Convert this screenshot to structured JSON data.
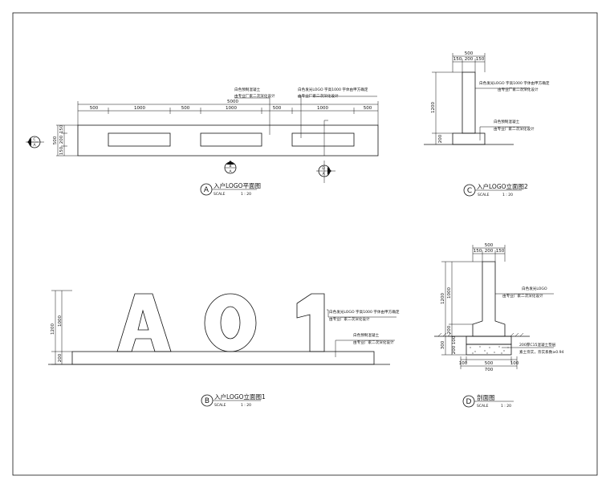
{
  "views": {
    "a": {
      "letter": "A",
      "title": "入户LOGO平面图",
      "scale_label": "SCALE",
      "scale": "1 : 20"
    },
    "b": {
      "letter": "B",
      "title": "入户LOGO立面图1",
      "scale_label": "SCALE",
      "scale": "1 : 20"
    },
    "c": {
      "letter": "C",
      "title": "入户LOGO立面图2",
      "scale_label": "SCALE",
      "scale": "1 : 20"
    },
    "d": {
      "letter": "D",
      "title": "剖面图",
      "scale_label": "SCALE",
      "scale": "1 : 20"
    }
  },
  "plan": {
    "top_dims": [
      "500",
      "1000",
      "500",
      "1000",
      "500",
      "1000",
      "500"
    ],
    "total_dim": "5000",
    "side_dims": [
      "150",
      "200",
      "150"
    ],
    "side_total": "500",
    "note_left": [
      "白色预制混凝土",
      "由专业厂家二次深化设计"
    ],
    "note_right": [
      "白色发光LOGO 字高1000 字体由甲方确定",
      "由专业厂家二次深化设计"
    ],
    "marker_left": {
      "top": "C",
      "bottom": "A"
    },
    "marker_mid": {
      "top": "B",
      "bottom": "A"
    },
    "marker_right": {
      "top": "D",
      "bottom": "A"
    }
  },
  "elev1": {
    "logo_text": "A01",
    "dims": [
      "200",
      "1000",
      "1200"
    ],
    "note_top": [
      "白色发光LOGO 字高1000 字体由甲方确定",
      "由专业厂家二次深化设计"
    ],
    "note_bottom": [
      "白色预制混凝土",
      "由专业厂家二次深化设计"
    ]
  },
  "elev2": {
    "top_dims": [
      "150",
      "200",
      "150"
    ],
    "top_total": "500",
    "side_dims": [
      "1200",
      "200"
    ],
    "note_top": [
      "白色发光LOGO 字高1000 字体由甲方确定",
      "由专业厂家二次深化设计"
    ],
    "note_bottom": [
      "白色预制混凝土",
      "由专业厂家二次深化设计"
    ]
  },
  "section": {
    "top_dims": [
      "150",
      "200",
      "150"
    ],
    "top_total": "500",
    "side_dims": [
      "1200",
      "1000",
      "200",
      "100",
      "200",
      "300"
    ],
    "bottom_dims": [
      "100",
      "500",
      "100"
    ],
    "bottom_total": "700",
    "note_top": [
      "白色发光LOGO",
      "由专业厂家二次深化设计"
    ],
    "note_bottom": [
      "200厚C15混凝土垫层",
      "素土夯实，夯实系数≥0.94"
    ]
  }
}
